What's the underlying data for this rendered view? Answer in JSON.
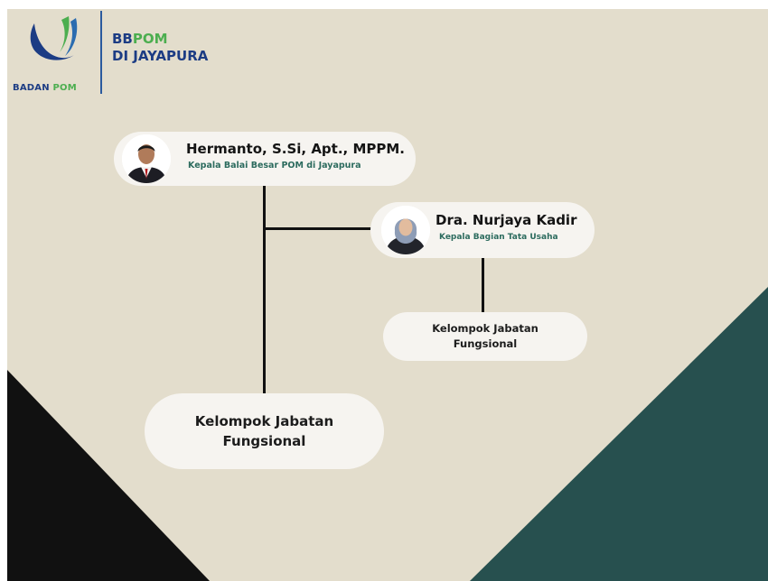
{
  "branding": {
    "logo_text_part1": "BADAN",
    "logo_text_part2": "POM",
    "org_line1_part1": "BB",
    "org_line1_part2": "POM",
    "org_line2": "DI JAYAPURA",
    "colors": {
      "navy": "#1c3c84",
      "green": "#4cae4f"
    }
  },
  "head": {
    "name": "Hermanto, S.Si, Apt., MPPM.",
    "title": "Kepala Balai Besar POM di Jayapura"
  },
  "secretary": {
    "name": "Dra. Nurjaya Kadir",
    "title": "Kepala Bagian Tata Usaha"
  },
  "groups": {
    "secretary_group_label": "Kelompok Jabatan Fungsional",
    "head_group_label": "Kelompok Jabatan Fungsional"
  },
  "colors": {
    "background": "#e3ddcc",
    "pill": "#f6f4f0",
    "teal_shape": "#27504f",
    "black_shape": "#111111",
    "title_text": "#2c6b5e"
  }
}
